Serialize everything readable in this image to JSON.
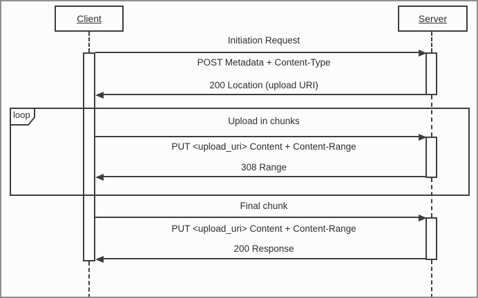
{
  "diagram": {
    "type": "uml-sequence",
    "actors": [
      {
        "name": "Client"
      },
      {
        "name": "Server"
      }
    ],
    "fragment": {
      "label": "loop"
    },
    "sections": [
      {
        "title": "Initiation Request",
        "request": "POST Metadata + Content-Type",
        "response": "200 Location (upload URI)"
      },
      {
        "title": "Upload in chunks",
        "request": "PUT <upload_uri> Content + Content-Range",
        "response": "308 Range"
      },
      {
        "title": "Final chunk",
        "request": "PUT <upload_uri> Content + Content-Range",
        "response": "200 Response"
      }
    ],
    "colors": {
      "line": "#3d3d3d",
      "text": "#2e2e2e",
      "background": "#fcfcfc",
      "frame": "#8f8f8f"
    }
  }
}
